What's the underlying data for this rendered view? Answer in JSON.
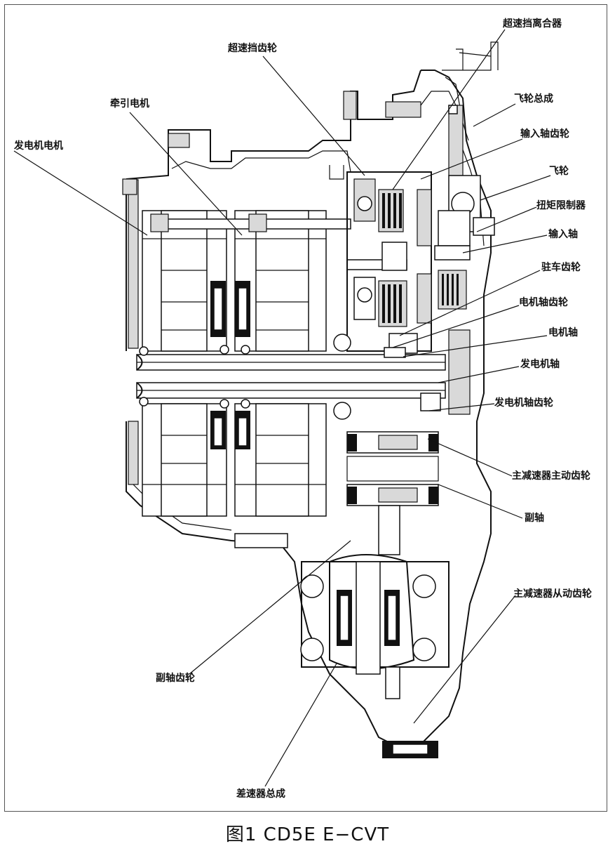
{
  "caption": "图1 CD5E E−CVT",
  "labels": {
    "overdrive_clutch": "超速挡离合器",
    "overdrive_gear": "超速挡齿轮",
    "flywheel_assembly": "飞轮总成",
    "traction_motor": "牵引电机",
    "generator_motor": "发电机电机",
    "input_shaft_gear": "输入轴齿轮",
    "flywheel": "飞轮",
    "torque_limiter": "扭矩限制器",
    "input_shaft": "输入轴",
    "parking_gear": "驻车齿轮",
    "motor_shaft_gear": "电机轴齿轮",
    "motor_shaft": "电机轴",
    "generator_shaft": "发电机轴",
    "generator_shaft_gear": "发电机轴齿轮",
    "final_drive_gear": "主减速器主动齿轮",
    "countershaft": "副轴",
    "final_driven_gear": "主减速器从动齿轮",
    "countershaft_gear": "副轴齿轮",
    "differential_assembly": "差速器总成"
  }
}
